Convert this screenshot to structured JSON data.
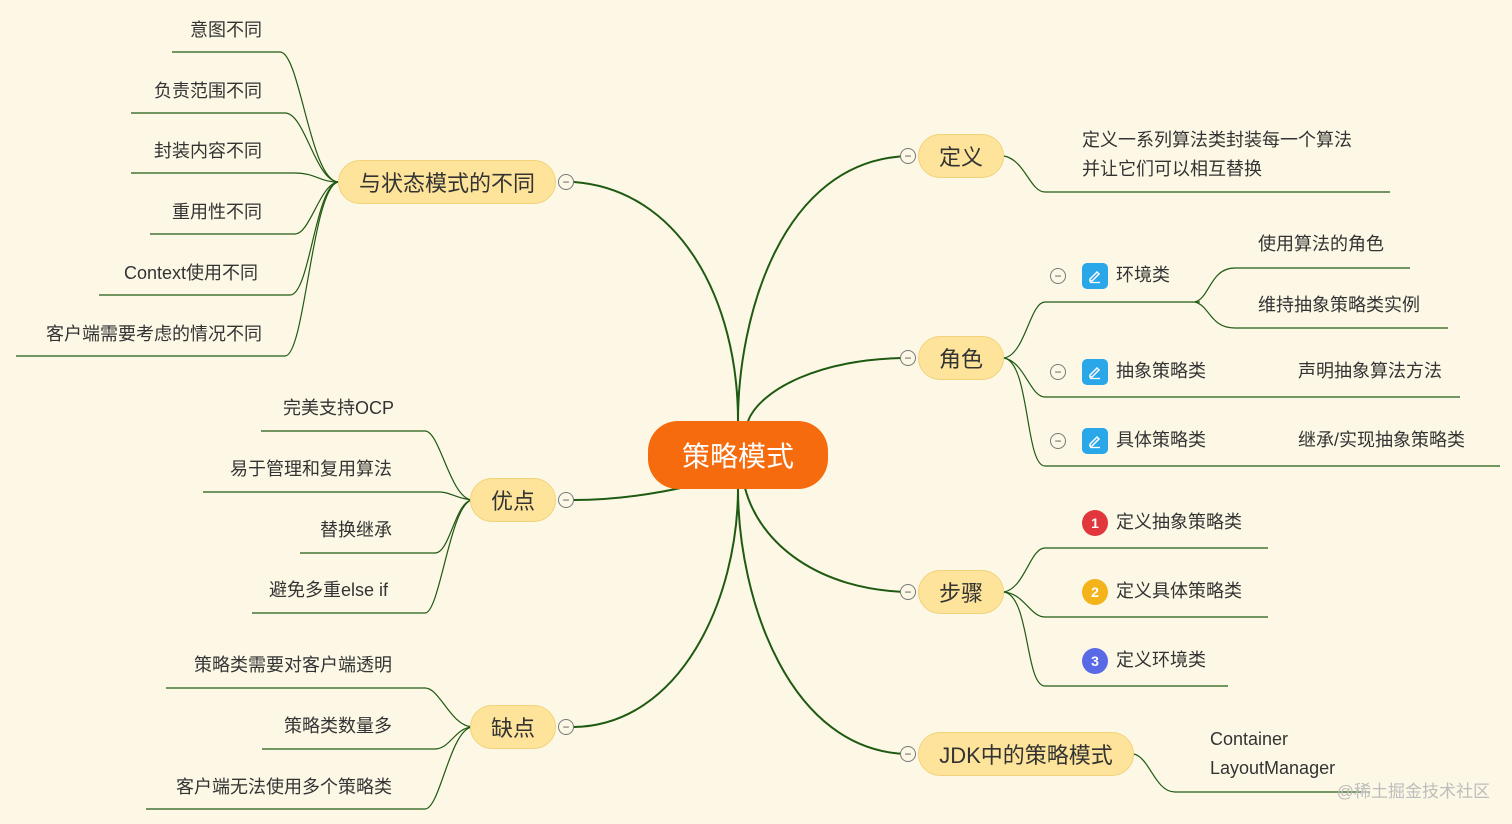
{
  "center": "策略模式",
  "definition": {
    "label": "定义",
    "lines": [
      "定义一系列算法类封装每一个算法",
      "并让它们可以相互替换"
    ]
  },
  "roles": {
    "label": "角色",
    "items": [
      {
        "label": "环境类",
        "details": [
          "使用算法的角色",
          "维持抽象策略类实例"
        ]
      },
      {
        "label": "抽象策略类",
        "details": [
          "声明抽象算法方法"
        ]
      },
      {
        "label": "具体策略类",
        "details": [
          "继承/实现抽象策略类"
        ]
      }
    ],
    "icon": "edit-note-icon",
    "icon_color": "#2aa7e8"
  },
  "steps": {
    "label": "步骤",
    "items": [
      {
        "num": "1",
        "label": "定义抽象策略类",
        "color": "#e0363c"
      },
      {
        "num": "2",
        "label": "定义具体策略类",
        "color": "#f5b31b"
      },
      {
        "num": "3",
        "label": "定义环境类",
        "color": "#5a6ae6"
      }
    ]
  },
  "jdk": {
    "label": "JDK中的策略模式",
    "lines": [
      "Container",
      "LayoutManager"
    ]
  },
  "difference": {
    "label": "与状态模式的不同",
    "items": [
      "意图不同",
      "负责范围不同",
      "封装内容不同",
      "重用性不同",
      "Context使用不同",
      "客户端需要考虑的情况不同"
    ]
  },
  "pros": {
    "label": "优点",
    "items": [
      "完美支持OCP",
      "易于管理和复用算法",
      "替换继承",
      "避免多重else if"
    ]
  },
  "cons": {
    "label": "缺点",
    "items": [
      "策略类需要对客户端透明",
      "策略类数量多",
      "客户端无法使用多个策略类"
    ]
  },
  "watermark": "@稀土掘金技术社区",
  "colors": {
    "link": "#1f5a12",
    "center_bg": "#f56b0e",
    "branch_bg": "#fde49a"
  }
}
